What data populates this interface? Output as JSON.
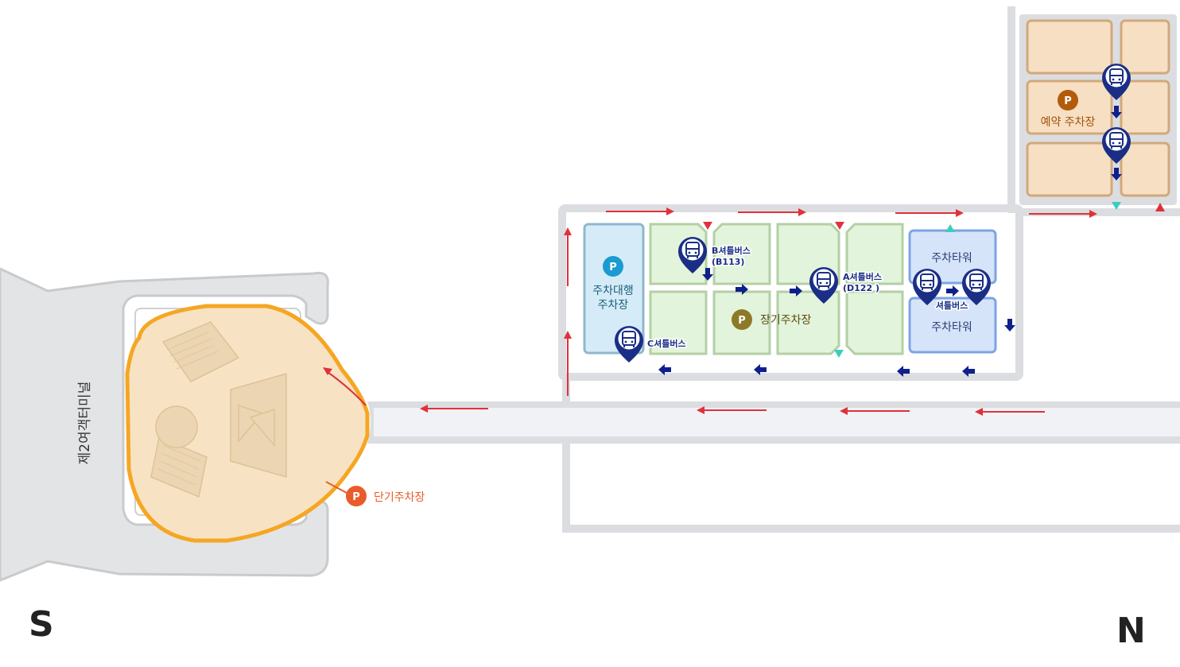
{
  "terminal": {
    "name": "제2여객터미널"
  },
  "lots": {
    "short_term": "단기주차장",
    "valet_line1": "주차대행",
    "valet_line2": "주차장",
    "long_term": "장기주차장",
    "reserved": "예약 주차장",
    "tower_top": "주차타워",
    "tower_bottom": "주차타워",
    "parking_symbol": "P"
  },
  "shuttles": {
    "b_name": "B셔틀버스",
    "b_code": "(B113)",
    "a_name": "A셔틀버스",
    "a_code": "(D122 )",
    "c_name": "C셔틀버스",
    "tower": "셔틀버스"
  },
  "compass": {
    "south": "S",
    "north": "N"
  },
  "colors": {
    "road": "#dcdde1",
    "road_light": "#f1f2f5",
    "valet_fill": "#d5ecf8",
    "valet_border": "#8fb7cc",
    "valet_icon": "#1b9bd1",
    "longterm_fill": "#e3f4dc",
    "longterm_border": "#b3d0a4",
    "longterm_icon": "#8d7a26",
    "tower_fill": "#d6e4fa",
    "tower_border": "#7ca4e3",
    "reserved_fill": "#f6dfc3",
    "reserved_border": "#d1a97b",
    "reserved_icon": "#b35b0a",
    "shortterm_icon": "#ea5b2a",
    "shortterm_outline": "#f5a623",
    "shuttle_pin": "#1a2e86",
    "flow_arrow_red": "#e0313a",
    "flow_arrow_blue": "#0f1f8c",
    "teal_marker": "#3ccdc0"
  },
  "icons": [
    "shuttle-bus-pin-icon",
    "parking-p-icon",
    "direction-arrow-icon"
  ]
}
